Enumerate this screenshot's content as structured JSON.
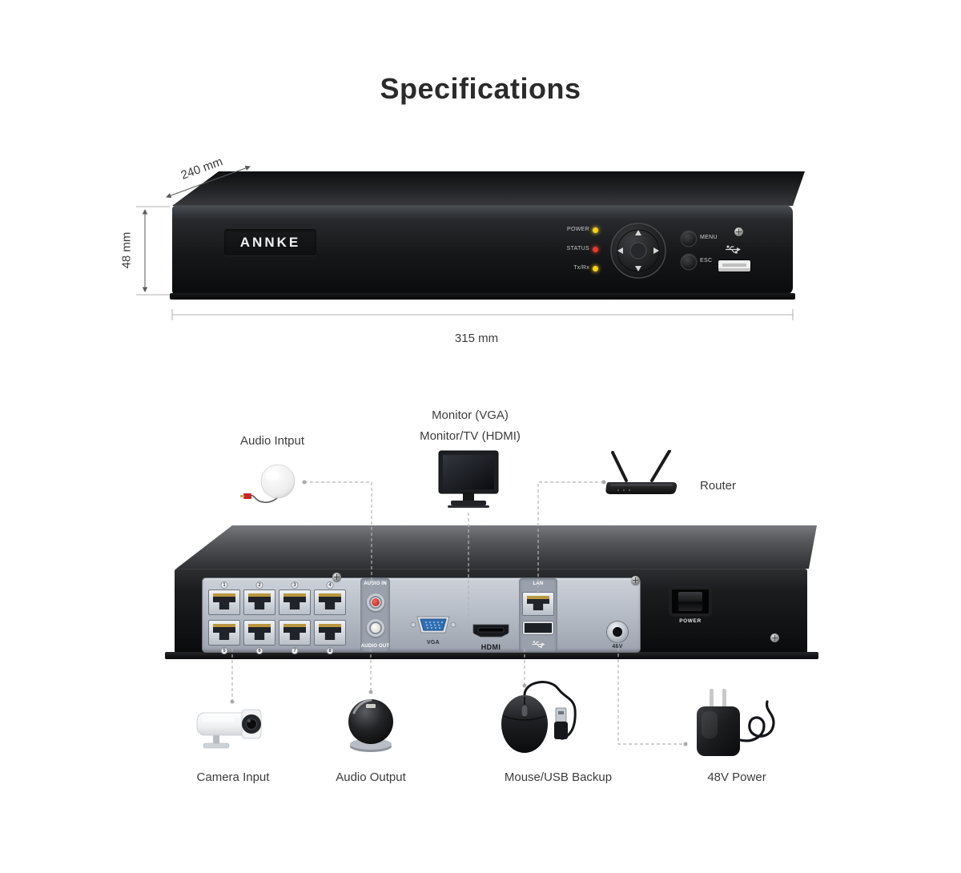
{
  "title": "Specifications",
  "dimensions": {
    "depth": "240 mm",
    "height": "48 mm",
    "width": "315 mm"
  },
  "front_panel": {
    "brand": "ANNKE",
    "led_power": "POWER",
    "led_status": "STATUS",
    "led_txrx": "Tx/Rx",
    "menu_button": "MENU",
    "esc_button": "ESC"
  },
  "rear_panel": {
    "ports": [
      "1",
      "2",
      "3",
      "4",
      "5",
      "6",
      "7",
      "8"
    ],
    "audio_in": "AUDIO IN",
    "audio_out": "AUDIO OUT",
    "vga": "VGA",
    "hdmi": "HDMI",
    "lan": "LAN",
    "power_jack": "48V",
    "power_switch": "POWER"
  },
  "callouts": {
    "audio_input": "Audio Intput",
    "monitor_vga": "Monitor (VGA)",
    "monitor_hdmi": "Monitor/TV (HDMI)",
    "router": "Router",
    "camera_input": "Camera Input",
    "audio_output": "Audio Output",
    "mouse_usb": "Mouse/USB Backup",
    "power_48v": "48V Power"
  },
  "icons": {
    "microphone": "microphone-icon",
    "monitor": "monitor-icon",
    "router": "router-icon",
    "camera": "camera-icon",
    "dome_speaker": "dome-speaker-icon",
    "mouse": "mouse-icon",
    "power_adapter": "power-adapter-icon",
    "usb": "usb-icon",
    "screw": "screw-icon",
    "dpad": "dpad-icon"
  },
  "colors": {
    "led_yellow": "#f7d21a",
    "led_red": "#e8392b",
    "rca_red": "#b01c1c",
    "rca_white": "#f2efe6",
    "vga_blue": "#2f6fb4"
  }
}
